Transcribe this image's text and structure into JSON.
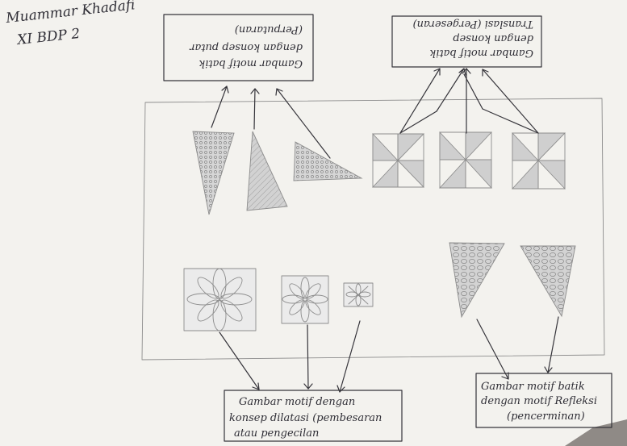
{
  "author": {
    "name": "Muammar Khadafi",
    "class": "XI BDP 2"
  },
  "captions": {
    "rotation": [
      "Gambar motif batik",
      "dengan konsep putar",
      "(Perputaran)"
    ],
    "translation": [
      "Gambar motif batik",
      "dengan konsep",
      "Translasi (Pergeseran)"
    ],
    "dilation": [
      "Gambar motif dengan",
      "konsep dilatasi (pembesaran",
      "atau pengecilan"
    ],
    "reflection": [
      "Gambar motif batik",
      "dengan motif Refleksi",
      "(pencerminan)"
    ]
  },
  "colors": {
    "paper": "#f3f2ee",
    "ink": "#35343a",
    "pencil": "#8c8c8c",
    "background": "#6f6a66"
  }
}
